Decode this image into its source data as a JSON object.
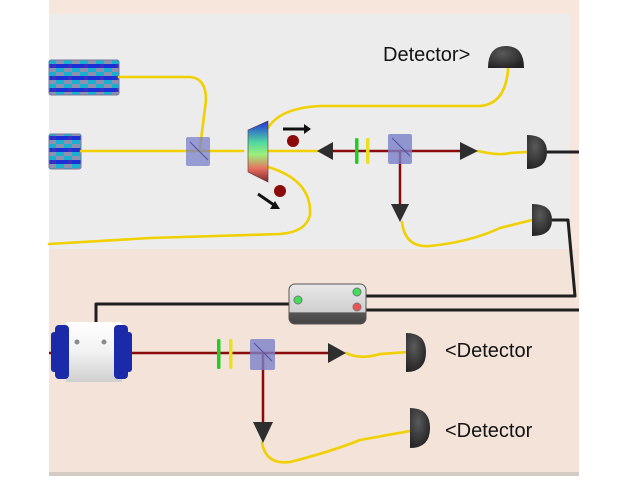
{
  "diagram": {
    "title": "Quantum optics experimental setup",
    "regions": [
      {
        "name": "upper-optical-table",
        "background": "#ececec"
      },
      {
        "name": "lower-optical-table",
        "background": "#f4e4da"
      }
    ],
    "labels": {
      "top_detector": "Detector>",
      "bottom_detector_1": "<Detector",
      "bottom_detector_2": "<Detector"
    },
    "colors": {
      "fiber": "#f0d000",
      "laser_beam": "#8a0b0b",
      "cable": "#1f1f1f",
      "beam_splitter": "#7a80c8",
      "detector": "#2e2e2e",
      "waveplate_green": "#22cc22",
      "waveplate_yellow": "#e8e020",
      "source_blue": "#1b2fd6",
      "source_cyan": "#18b0d0",
      "photon": "#8c0a0a",
      "led_green": "#3fe05a",
      "led_red": "#f05050",
      "laser_body": "#f2f2f2",
      "laser_cap": "#1a2aa8"
    },
    "components": {
      "photon_sources": [
        "photon-source-upper",
        "photon-source-lower"
      ],
      "beam_splitters": [
        "fiber-beam-splitter",
        "upper-polarizing-beam-splitter",
        "lower-polarizing-beam-splitter"
      ],
      "prism": "dispersive-prism",
      "waveplates": [
        "upper-green-waveplate",
        "upper-yellow-waveplate",
        "lower-green-waveplate",
        "lower-yellow-waveplate"
      ],
      "detectors_count": 5,
      "coincidence_counter_leds": [
        "green",
        "green",
        "red"
      ],
      "laser": "pump-laser"
    }
  }
}
